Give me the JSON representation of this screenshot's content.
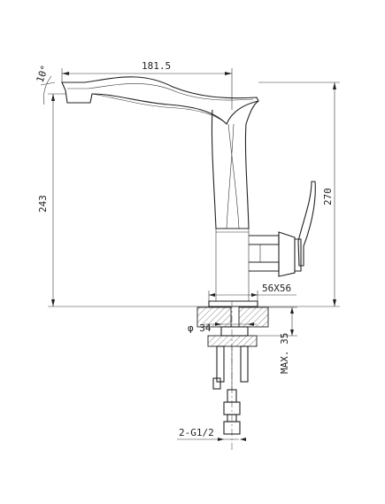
{
  "dimensions": {
    "spout_reach": "181.5",
    "spout_angle": "10°",
    "spout_height": "243",
    "total_height": "270",
    "base_plate": "56X56",
    "hole_diameter": "φ 34",
    "max_thickness": "MAX. 35",
    "inlet_thread": "2-G1/2"
  }
}
